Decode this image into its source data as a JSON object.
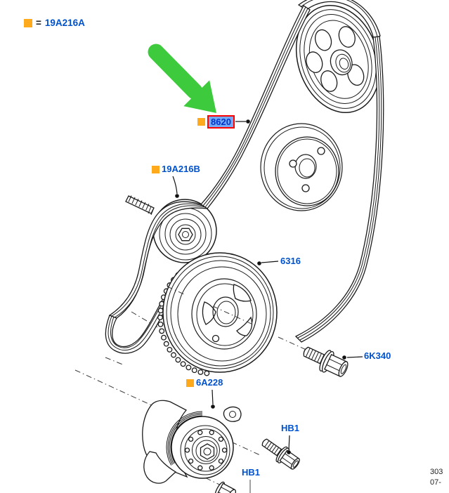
{
  "diagram": {
    "legend": {
      "equals": "=",
      "part_number": "19A216A"
    },
    "callouts": [
      {
        "id": "8620",
        "text": "8620",
        "marker": true,
        "selected": true
      },
      {
        "id": "19A216B",
        "text": "19A216B",
        "marker": true,
        "selected": false
      },
      {
        "id": "6316",
        "text": "6316",
        "marker": false,
        "selected": false
      },
      {
        "id": "6K340",
        "text": "6K340",
        "marker": false,
        "selected": false
      },
      {
        "id": "6A228",
        "text": "6A228",
        "marker": true,
        "selected": false
      },
      {
        "id": "HB1-upper",
        "text": "HB1",
        "marker": false,
        "selected": false
      },
      {
        "id": "HB1-lower",
        "text": "HB1",
        "marker": false,
        "selected": false
      }
    ],
    "footer": {
      "line1": "303",
      "line2": "07-"
    },
    "colors": {
      "label_blue": "#0052CC",
      "marker_orange": "#FFAA1C",
      "selection_border": "#FF0000",
      "selection_fill": "#76A9F3",
      "arrow_green": "#3DCB3D",
      "line_black": "#1b1b1b"
    }
  }
}
